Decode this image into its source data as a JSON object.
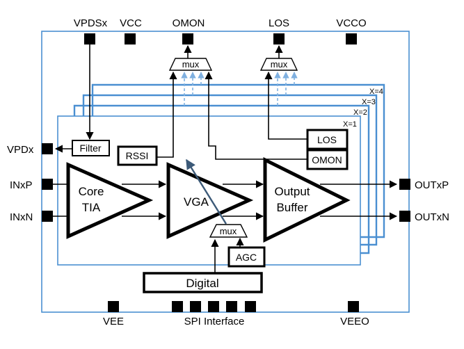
{
  "pins": {
    "vpdsx": "VPDSx",
    "vcc": "VCC",
    "omon": "OMON",
    "los": "LOS",
    "vcco": "VCCO",
    "vpdx": "VPDx",
    "inxp": "INxP",
    "inxn": "INxN",
    "outxp": "OUTxP",
    "outxn": "OUTxN",
    "vee": "VEE",
    "spi": "SPI Interface",
    "veeo": "VEEO"
  },
  "blocks": {
    "filter": "Filter",
    "rssi": "RSSI",
    "los": "LOS",
    "omon": "OMON",
    "core_tia_line1": "Core",
    "core_tia_line2": "TIA",
    "vga": "VGA",
    "output_buffer_line1": "Output",
    "output_buffer_line2": "Buffer",
    "mux": "mux",
    "agc": "AGC",
    "digital": "Digital"
  },
  "channels": [
    "X=1",
    "X=2",
    "X=3",
    "X=4"
  ],
  "colors": {
    "channel_border": "#4a8fd1",
    "dashed_arrow": "#7fb0e0",
    "outline": "#000000",
    "vga_arrow": "#3c5a78"
  }
}
